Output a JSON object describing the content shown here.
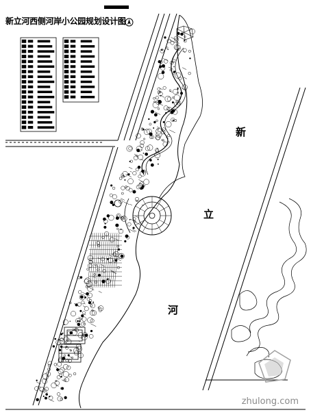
{
  "drawing": {
    "title": "新立河西侧河岸小公园规划设计图",
    "river_label": [
      "新",
      "立",
      "河"
    ],
    "watermark": "zhulong.com"
  },
  "legend": {
    "left_rows": 18,
    "right_rows": 12
  },
  "icons": [
    "north-arrow-icon",
    "watermark-logo-icon"
  ]
}
